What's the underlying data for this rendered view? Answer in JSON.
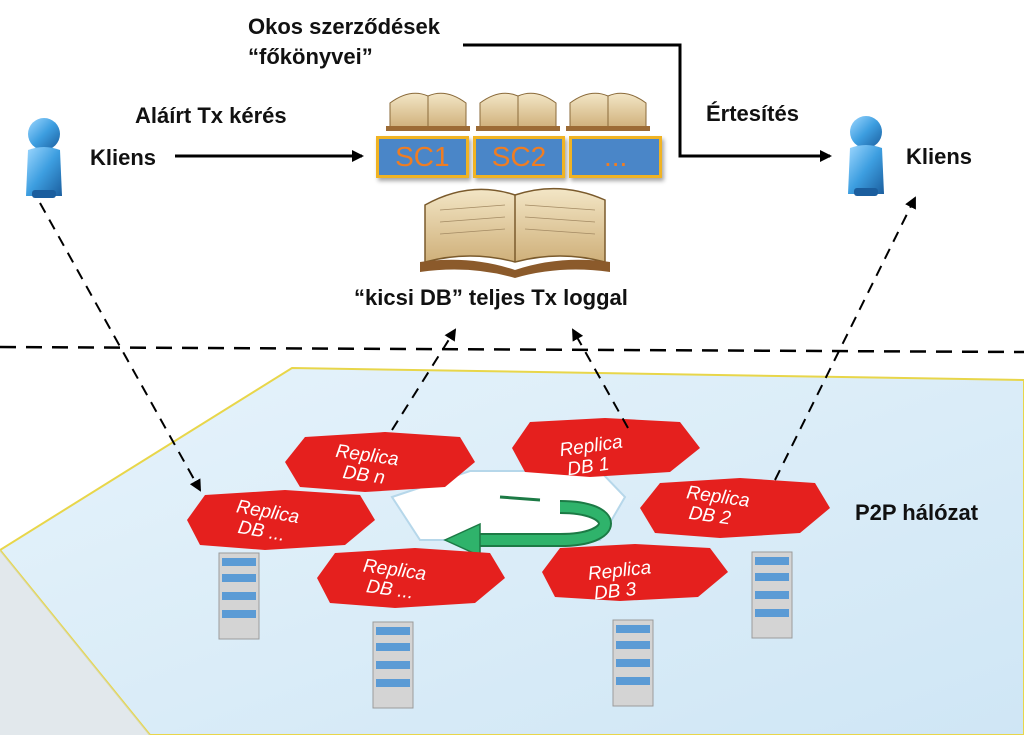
{
  "title": {
    "line1": "Okos szerződések",
    "line2": "“főkönyvei”"
  },
  "signed_request": "Aláírt Tx kérés",
  "notification": "Értesítés",
  "client_left": "Kliens",
  "client_right": "Kliens",
  "ledger_caption": "“kicsi DB” teljes Tx loggal",
  "network_label": "P2P hálózat",
  "smart_contracts": [
    "SC1",
    "SC2",
    "..."
  ],
  "replicas": [
    {
      "line1": "Replica",
      "line2": "DB n"
    },
    {
      "line1": "Replica",
      "line2": "DB 1"
    },
    {
      "line1": "Replica",
      "line2": "DB ..."
    },
    {
      "line1": "Replica",
      "line2": "DB 2"
    },
    {
      "line1": "Replica",
      "line2": "DB ..."
    },
    {
      "line1": "Replica",
      "line2": "DB 3"
    }
  ],
  "colors": {
    "replica_fill": "#e5201e",
    "network_fill": "#d9ecf7",
    "network_border": "#e8d64a",
    "sc_box_fill": "#4a86c8",
    "sc_box_border": "#f0b323",
    "sc_text": "#ef7d22",
    "cycle_arrow": "#2fb36b",
    "person": "#3d9ee0"
  },
  "icons": [
    "person-icon",
    "book-icon",
    "ledger-book-icon",
    "server-rack-icon",
    "cycle-arrow-icon"
  ]
}
